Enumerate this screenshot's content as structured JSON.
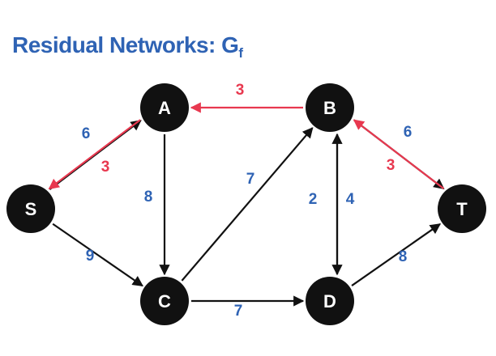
{
  "title": {
    "text": "Residual Networks: G",
    "subscript": "f"
  },
  "colors": {
    "forward": "#111111",
    "backward": "#e8384f",
    "label": "#2f63b4",
    "node": "#111111"
  },
  "nodes": {
    "S": {
      "label": "S"
    },
    "A": {
      "label": "A"
    },
    "B": {
      "label": "B"
    },
    "C": {
      "label": "C"
    },
    "D": {
      "label": "D"
    },
    "T": {
      "label": "T"
    }
  },
  "edges": [
    {
      "from": "S",
      "to": "A",
      "capacity": "6",
      "kind": "forward"
    },
    {
      "from": "A",
      "to": "S",
      "capacity": "3",
      "kind": "backward"
    },
    {
      "from": "S",
      "to": "C",
      "capacity": "9",
      "kind": "forward"
    },
    {
      "from": "A",
      "to": "C",
      "capacity": "8",
      "kind": "forward"
    },
    {
      "from": "B",
      "to": "A",
      "capacity": "3",
      "kind": "backward"
    },
    {
      "from": "C",
      "to": "B",
      "capacity": "7",
      "kind": "forward"
    },
    {
      "from": "C",
      "to": "D",
      "capacity": "7",
      "kind": "forward"
    },
    {
      "from": "B",
      "to": "D",
      "capacity": "2",
      "kind": "forward"
    },
    {
      "from": "D",
      "to": "B",
      "capacity": "4",
      "kind": "forward"
    },
    {
      "from": "B",
      "to": "T",
      "capacity": "6",
      "kind": "forward"
    },
    {
      "from": "T",
      "to": "B",
      "capacity": "3",
      "kind": "backward"
    },
    {
      "from": "D",
      "to": "T",
      "capacity": "8",
      "kind": "forward"
    }
  ]
}
